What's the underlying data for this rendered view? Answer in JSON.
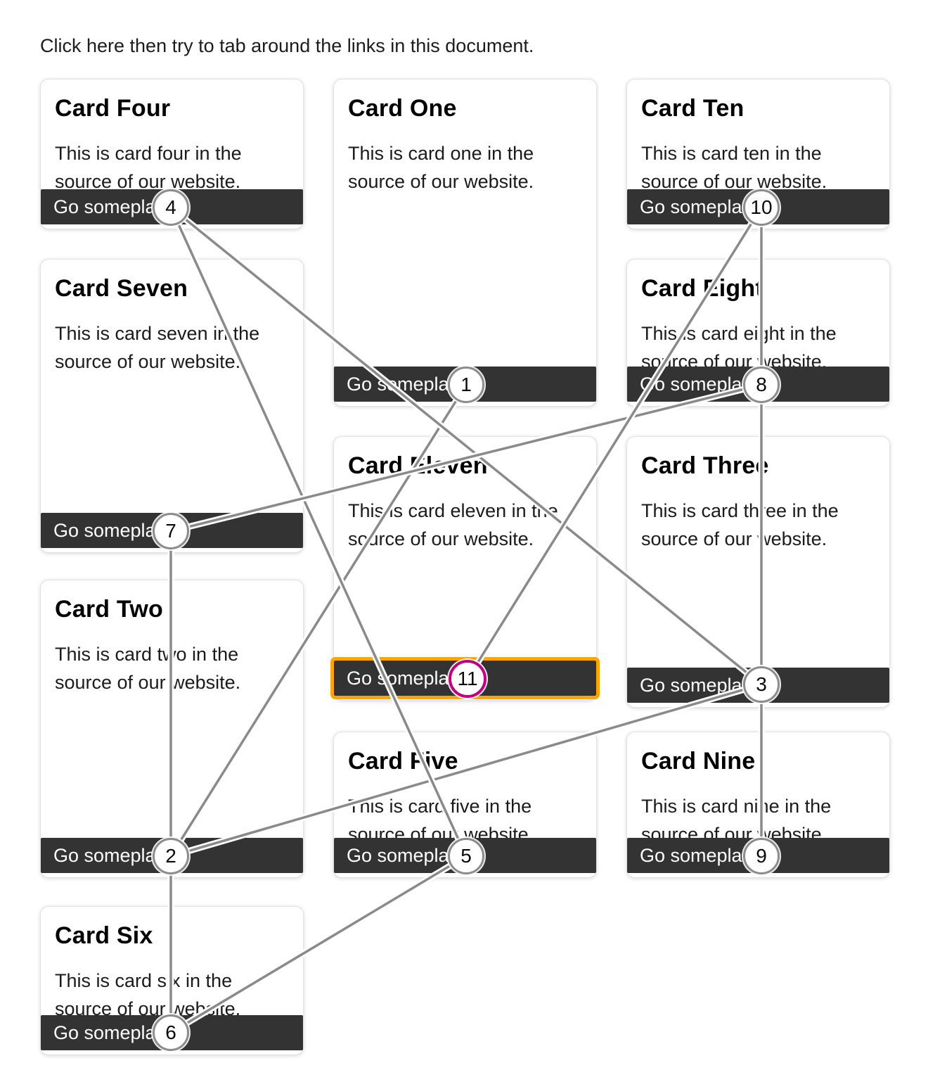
{
  "page": {
    "instruction": "Click here then try to tab around the links in this document."
  },
  "cards": [
    {
      "id": "four",
      "title": "Card Four",
      "body": "This is card four in the source of our website.",
      "link_label": "Go someplace",
      "tab_stop": 4
    },
    {
      "id": "seven",
      "title": "Card Seven",
      "body": "This is card seven in the source of our website.",
      "link_label": "Go someplace",
      "tab_stop": 7
    },
    {
      "id": "two",
      "title": "Card Two",
      "body": "This is card two in the source of our website.",
      "link_label": "Go someplace",
      "tab_stop": 2
    },
    {
      "id": "six",
      "title": "Card Six",
      "body": "This is card six in the source of our website.",
      "link_label": "Go someplace",
      "tab_stop": 6
    },
    {
      "id": "one",
      "title": "Card One",
      "body": "This is card one in the source of our website.",
      "link_label": "Go someplace",
      "tab_stop": 1
    },
    {
      "id": "eleven",
      "title": "Card Eleven",
      "body": "This is card eleven in the source of our website.",
      "link_label": "Go someplace",
      "tab_stop": 11,
      "focused": true
    },
    {
      "id": "five",
      "title": "Card Five",
      "body": "This is card five in the source of our website.",
      "link_label": "Go someplace",
      "tab_stop": 5
    },
    {
      "id": "ten",
      "title": "Card Ten",
      "body": "This is card ten in the source of our website.",
      "link_label": "Go someplace",
      "tab_stop": 10
    },
    {
      "id": "eight",
      "title": "Card Eight",
      "body": "This is card eight in the source of our website.",
      "link_label": "Go someplace",
      "tab_stop": 8
    },
    {
      "id": "three",
      "title": "Card Three",
      "body": "This is card three in the source of our website.",
      "link_label": "Go someplace",
      "tab_stop": 3
    },
    {
      "id": "nine",
      "title": "Card Nine",
      "body": "This is card nine in the source of our website.",
      "link_label": "Go someplace",
      "tab_stop": 9
    }
  ],
  "overlay": {
    "tab_sequence": [
      1,
      2,
      3,
      4,
      5,
      6,
      7,
      8,
      9,
      10,
      11
    ],
    "markers": [
      {
        "label": "1"
      },
      {
        "label": "2"
      },
      {
        "label": "3"
      },
      {
        "label": "4"
      },
      {
        "label": "5"
      },
      {
        "label": "6"
      },
      {
        "label": "7"
      },
      {
        "label": "8"
      },
      {
        "label": "9"
      },
      {
        "label": "10"
      },
      {
        "label": "11",
        "active": true
      }
    ],
    "colors": {
      "line": "#8a8a8a",
      "marker_border": "#8c8c8c",
      "active_marker_border": "#c2007f",
      "focus_outline": "#ffa500",
      "button_background": "#333333"
    }
  }
}
